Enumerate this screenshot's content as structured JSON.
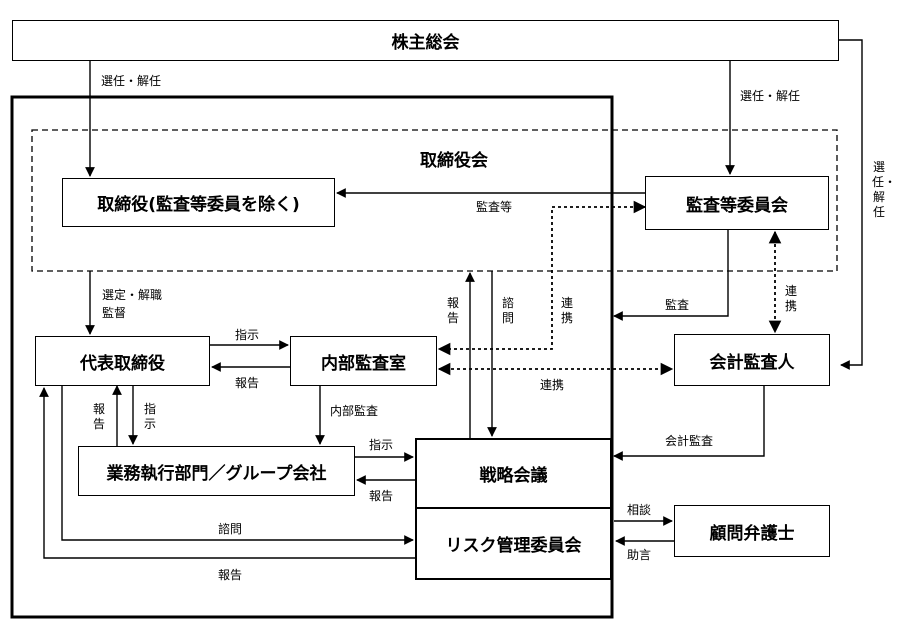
{
  "boxes": {
    "shareholders": "株主総会",
    "board": "取締役会",
    "directors": "取締役(監査等委員を除く)",
    "audit_committee": "監査等委員会",
    "representative": "代表取締役",
    "internal_audit": "内部監査室",
    "accounting_auditor": "会計監査人",
    "business_units": "業務執行部門／グループ会社",
    "strategy_meeting": "戦略会議",
    "risk_committee": "リスク管理委員会",
    "legal_advisor": "顧問弁護士"
  },
  "labels": {
    "appoint_dismiss_1": "選任・解任",
    "appoint_dismiss_2": "選任・解任",
    "appoint_dismiss_vertical": "選任・解任",
    "audit_etc": "監査等",
    "select_dismiss": "選定・解職",
    "supervise": "監督",
    "instruct_1": "指示",
    "report_1": "報告",
    "report_v_1": "報告",
    "instruct_v": "指示",
    "internal_audit_label": "内部監査",
    "instruct_2": "指示",
    "report_2": "報告",
    "report_v_2": "報告",
    "consult_v": "諮問",
    "cooperate_v_1": "連携",
    "cooperate_v_2": "連携",
    "audit": "監査",
    "cooperate_h": "連携",
    "accounting_audit": "会計監査",
    "consult": "諮問",
    "report_bottom": "報告",
    "consultation": "相談",
    "advice": "助言"
  }
}
